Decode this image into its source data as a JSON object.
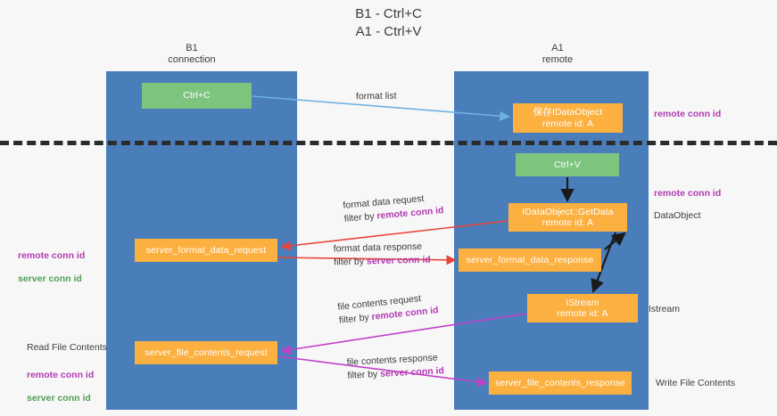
{
  "title": "B1 - Ctrl+C\nA1 - Ctrl+V",
  "lanes": [
    {
      "id": "b1",
      "header": "B1\nconnection",
      "color": "#4a7ebb"
    },
    {
      "id": "a1",
      "header": "A1\nremote",
      "color": "#4a7ebb"
    }
  ],
  "nodes": [
    {
      "id": "ctrl-c",
      "label": "Ctrl+C",
      "color": "green",
      "lane": "b1"
    },
    {
      "id": "dataobject",
      "label": "保存IDataObject\nremote id: A",
      "color": "orange",
      "lane": "a1"
    },
    {
      "id": "ctrl-v",
      "label": "Ctrl+V",
      "color": "green",
      "lane": "a1"
    },
    {
      "id": "getdata",
      "label": "IDataObject::GetData\nremote id: A",
      "color": "orange",
      "lane": "a1"
    },
    {
      "id": "server-format-data-request",
      "label": "server_format_data_request",
      "color": "orange",
      "lane": "b1"
    },
    {
      "id": "server-format-data-response",
      "label": "server_format_data_response",
      "color": "orange",
      "lane": "a1"
    },
    {
      "id": "istream",
      "label": "IStream\nremote id: A",
      "color": "orange",
      "lane": "a1"
    },
    {
      "id": "server-file-contents-request",
      "label": "server_file_contents_request",
      "color": "orange",
      "lane": "b1"
    },
    {
      "id": "server-file-contents-response",
      "label": "server_file_contents_response",
      "color": "orange",
      "lane": "a1"
    }
  ],
  "edges": [
    {
      "id": "format-list",
      "line1": "format list",
      "line2": "",
      "filter": "",
      "color": "#6fb2e0"
    },
    {
      "id": "format-data-req",
      "line1": "format data request",
      "line2": "filter by ",
      "filter": "remote conn id",
      "color": "#e8453c"
    },
    {
      "id": "format-data-resp",
      "line1": "format data response",
      "line2": "filter by ",
      "filter": "server conn id",
      "color": "#e8453c"
    },
    {
      "id": "file-contents-req",
      "line1": "file contents request",
      "line2": "filter by ",
      "filter": "remote conn id",
      "color": "#c13fc8"
    },
    {
      "id": "file-contents-resp",
      "line1": "file contents response",
      "line2": "filter by ",
      "filter": "server conn id",
      "color": "#c13fc8"
    }
  ],
  "annotations": {
    "remote_conn_id_top": "remote conn id",
    "remote_conn_id_mid": "remote conn id",
    "dataobject": "DataObject",
    "istream": "Istream",
    "write_file_contents": "Write File Contents",
    "read_file_contents": "Read File Contents",
    "left_remote_conn_id": "remote conn id",
    "left_server_conn_id": "server conn id",
    "left2_remote_conn_id": "remote conn id",
    "left2_server_conn_id": "server conn id"
  },
  "colors": {
    "lane": "#4a7ebb",
    "node_green": "#7dc47f",
    "node_orange": "#fbb040",
    "purple": "#b23bb5",
    "green_text": "#4f9f53",
    "red_arrow": "#e8453c",
    "blue_arrow": "#6fb2e0",
    "magenta_arrow": "#c13fc8",
    "divider": "#2b2b2b",
    "background": "#f7f7f7"
  }
}
